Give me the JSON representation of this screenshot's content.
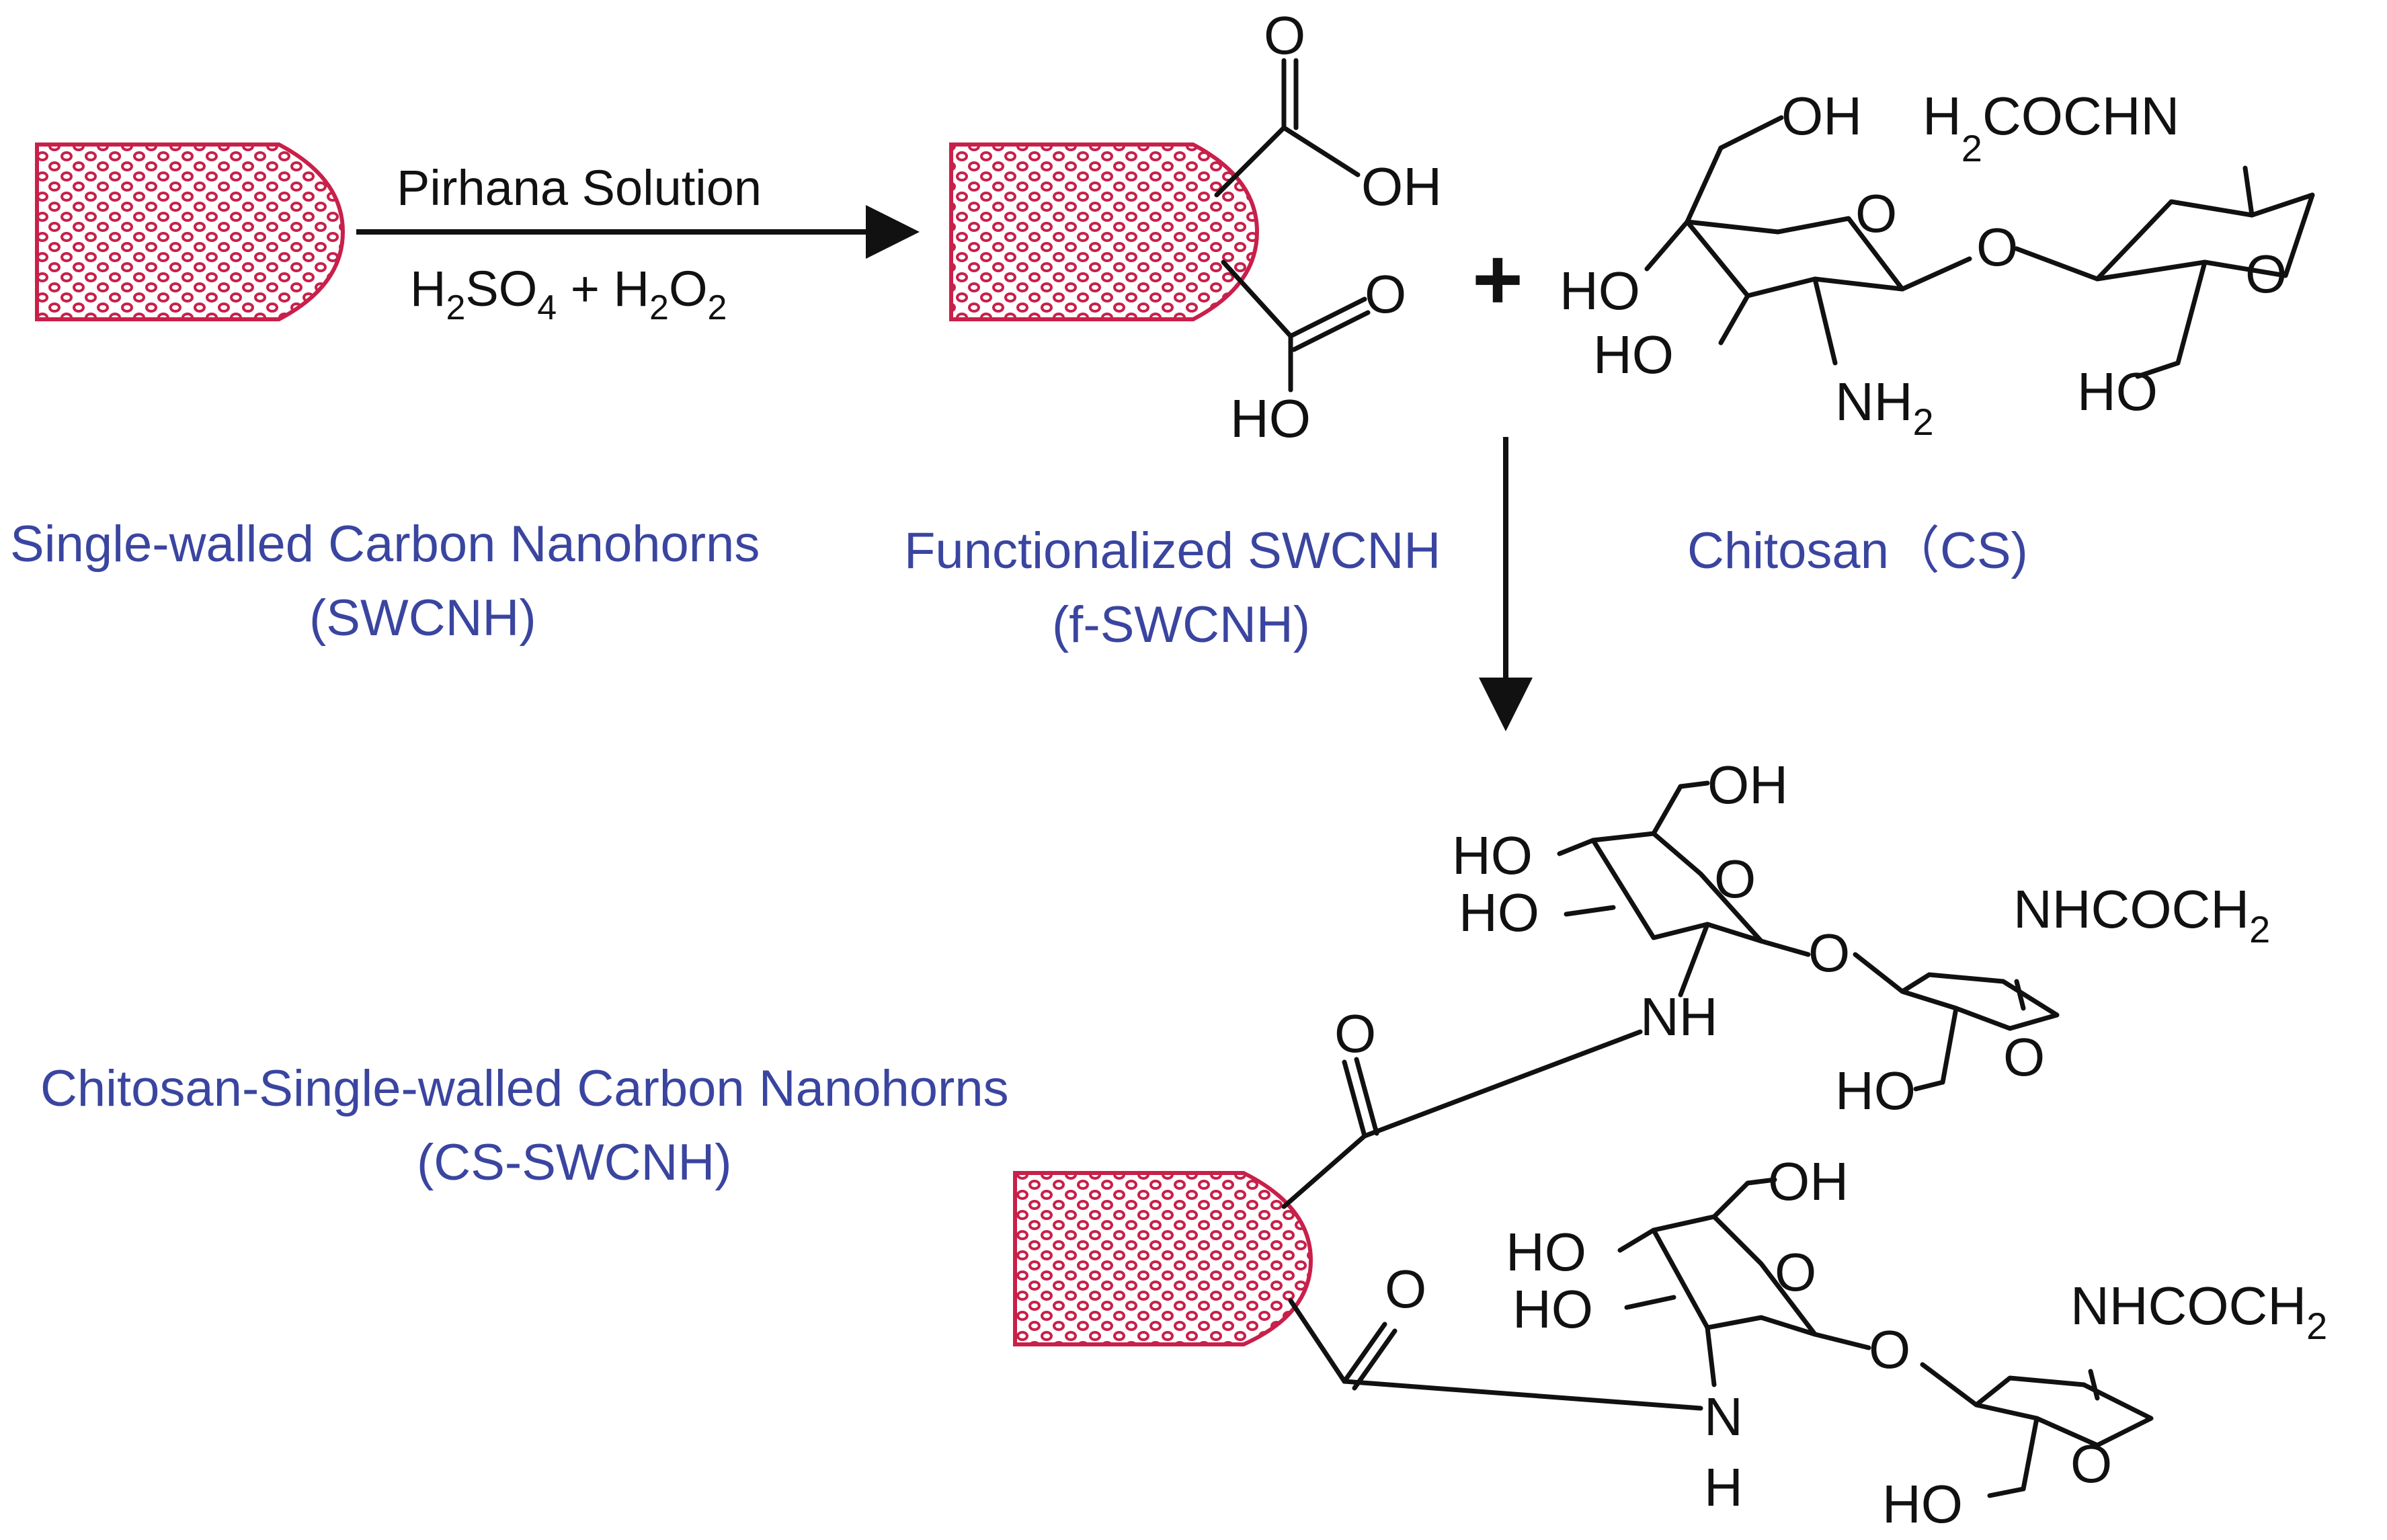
{
  "colors": {
    "nanohorn": "#c8204a",
    "label": "#3a45a0",
    "ink": "#111111"
  },
  "reaction_step1": {
    "reagent": "Pirhana Solution",
    "conditions": {
      "a": "H",
      "a_sub": "2",
      "b": "SO",
      "b_sub": "4",
      "plus": " + ",
      "c": "H",
      "c_sub": "2",
      "d": "O",
      "d_sub": "2"
    }
  },
  "plus_sign": "+",
  "captions": {
    "swcnh_line1": "Single-walled Carbon Nanohorns",
    "swcnh_line2": "(SWCNH)",
    "fswcnh_line1": "Functionalized SWCNH",
    "fswcnh_line2": "(f-SWCNH)",
    "chitosan": "Chitosan（CS)",
    "product_line1": "Chitosan-Single-walled Carbon Nanohorns",
    "product_line2": "(CS-SWCNH)"
  },
  "atoms": {
    "O": "O",
    "OH": "OH",
    "HO": "HO",
    "NH": "NH",
    "N": "N",
    "H": "H",
    "NH2_main": "NH",
    "NH2_sub": "2",
    "h2cochn_h": "H",
    "h2cochn_sub": "2",
    "h2cochn_rest": "COCHN",
    "nhcoch2_main": "NHCOCH",
    "nhcoch2_sub": "2"
  }
}
